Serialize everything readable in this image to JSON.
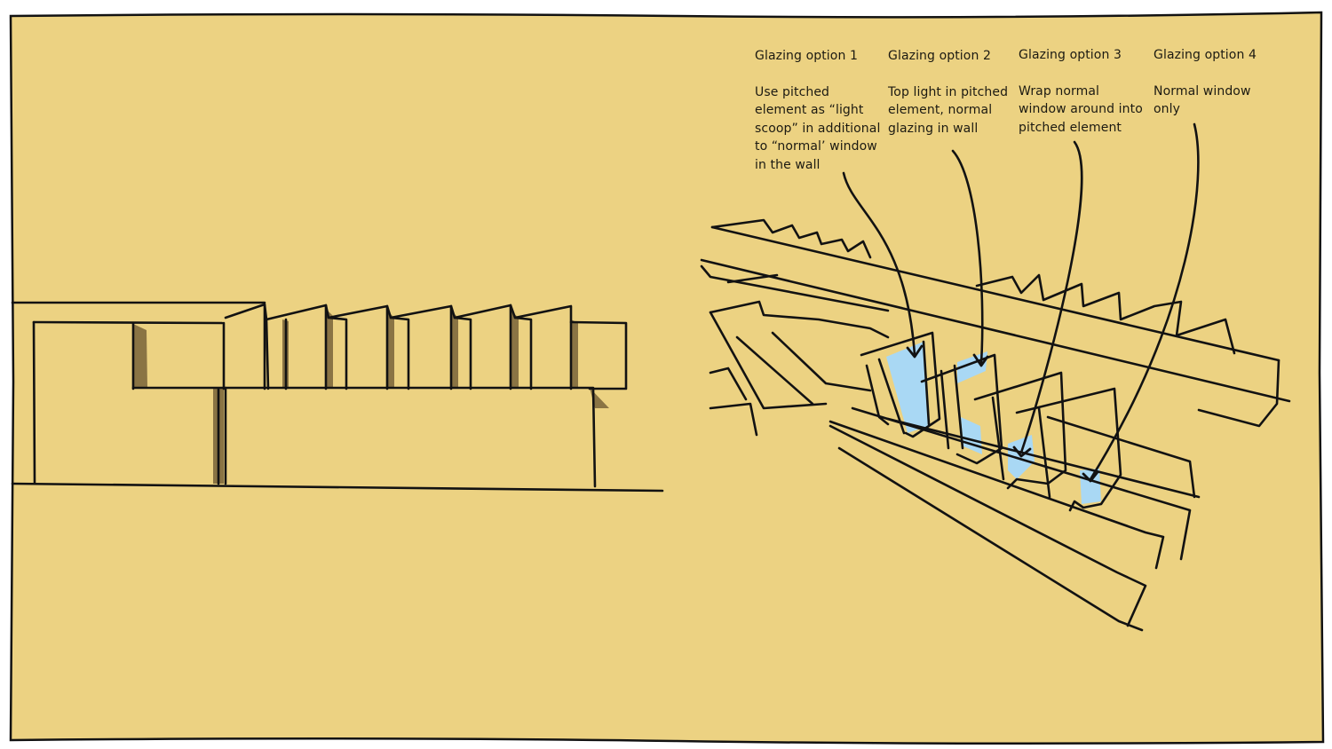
{
  "colors": {
    "paper": "#ecd282",
    "ink": "#121212",
    "glass": "#a9d8f4",
    "shadow": "#8a7444"
  },
  "options": [
    {
      "title": "Glazing option 1",
      "lines": [
        "Use pitched",
        "element as “light",
        "scoop” in additional",
        "to “normal’ window",
        "in the wall"
      ]
    },
    {
      "title": "Glazing option 2",
      "lines": [
        "Top light in pitched",
        "element, normal",
        "glazing in wall"
      ]
    },
    {
      "title": "Glazing option 3",
      "lines": [
        "Wrap normal",
        "window around into",
        "pitched element"
      ]
    },
    {
      "title": "Glazing option 4",
      "lines": [
        "Normal window",
        "only"
      ]
    }
  ]
}
